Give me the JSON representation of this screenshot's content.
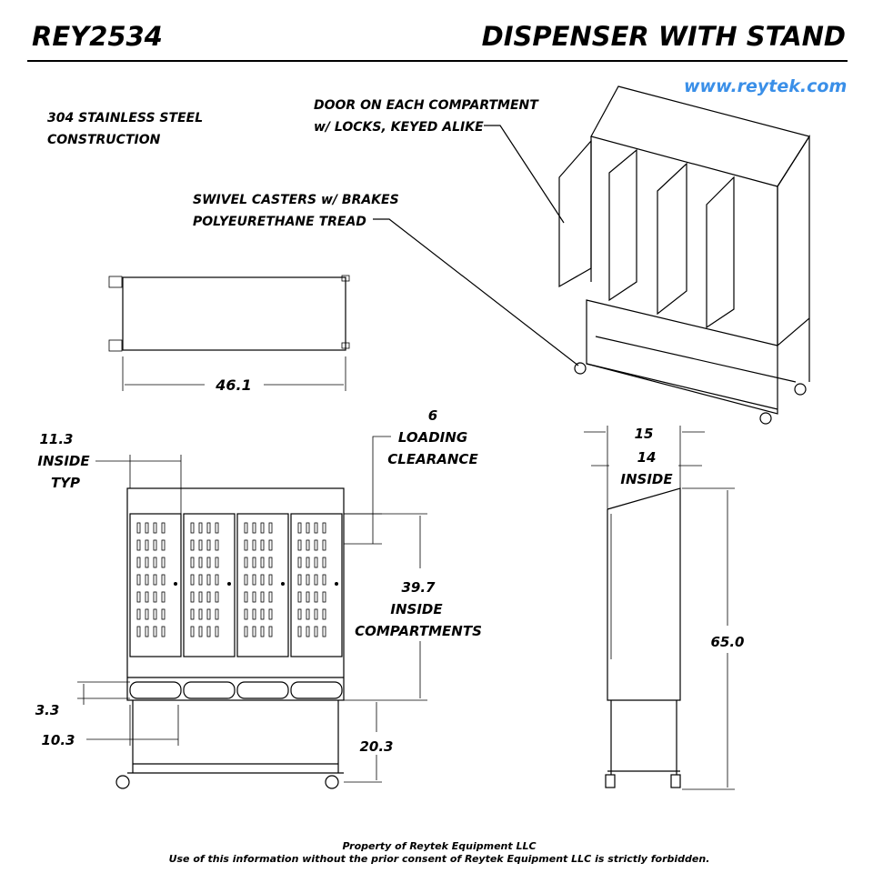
{
  "header": {
    "part_number": "REY2534",
    "title": "DISPENSER WITH STAND",
    "url": "www.reytek.com",
    "accent_color": "#3a8fe8"
  },
  "notes": {
    "material_line1": "304 STAINLESS STEEL",
    "material_line2": "CONSTRUCTION",
    "door_line1": "DOOR ON EACH COMPARTMENT",
    "door_line2": "w/ LOCKS, KEYED ALIKE",
    "caster_line1": "SWIVEL CASTERS w/ BRAKES",
    "caster_line2": "POLYEURETHANE TREAD"
  },
  "dimensions": {
    "top_width": "46.1",
    "inside_width": "11.3",
    "inside_width_l2": "INSIDE",
    "inside_width_l3": "TYP",
    "loading": "6",
    "loading_l2": "LOADING",
    "loading_l3": "CLEARANCE",
    "compartments": "39.7",
    "compartments_l2": "INSIDE",
    "compartments_l3": "COMPARTMENTS",
    "bin_height": "3.3",
    "bin_width": "10.3",
    "stand_height": "20.3",
    "depth": "15",
    "inside_depth": "14",
    "inside_depth_l2": "INSIDE",
    "overall_height": "65.0"
  },
  "footer": {
    "line1": "Property of Reytek Equipment LLC",
    "line2": "Use of this information without the prior consent of Reytek Equipment LLC is strictly forbidden."
  }
}
